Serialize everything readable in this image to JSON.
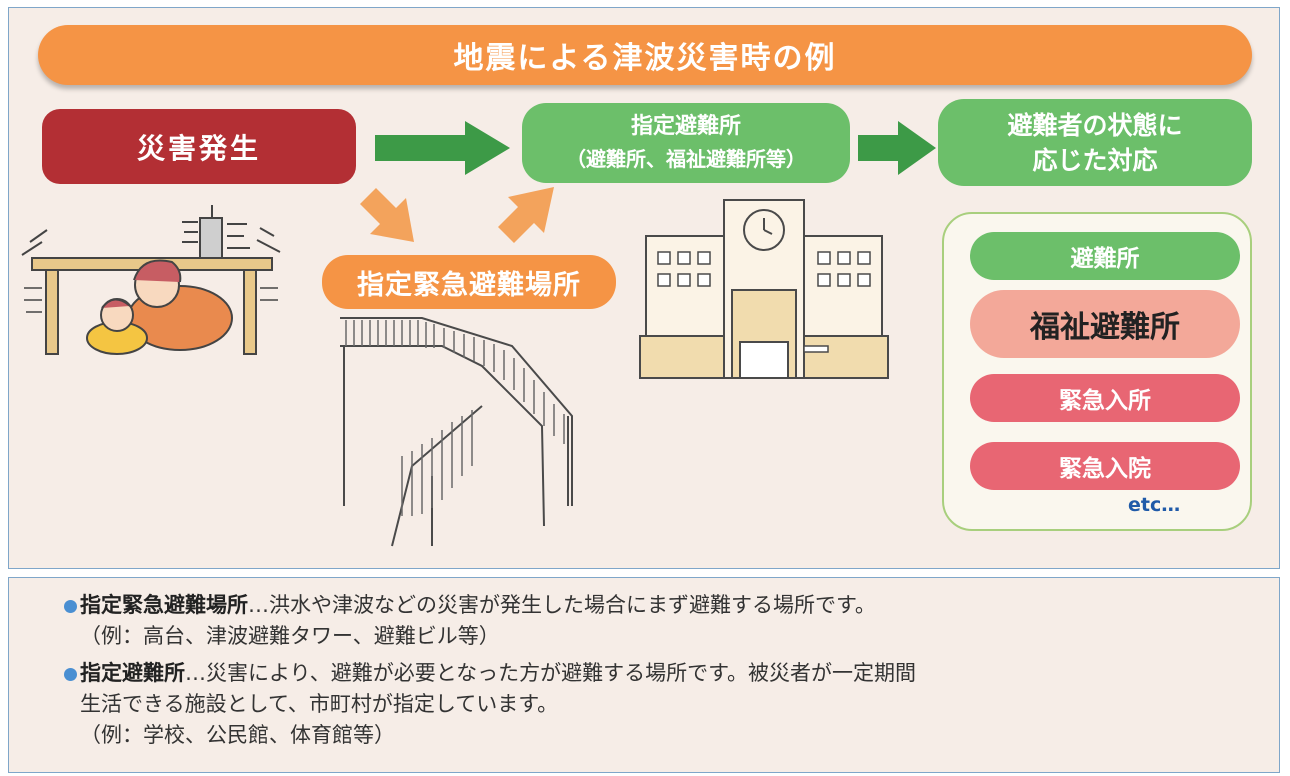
{
  "title": "地震による津波災害時の例",
  "flow": {
    "disaster": "災害発生",
    "shelter_line1": "指定避難所",
    "shelter_line2": "（避難所、福祉避難所等）",
    "response_line1": "避難者の状態に",
    "response_line2": "応じた対応",
    "emergency_site": "指定緊急避難場所"
  },
  "options": {
    "items": [
      "避難所",
      "福祉避難所",
      "緊急入所",
      "緊急入院"
    ],
    "etc": "etc…"
  },
  "notes": [
    {
      "term": "指定緊急避難場所",
      "text": "…洪水や津波などの災害が発生した場合にまず避難する場所です。",
      "sub": [
        "（例：高台、津波避難タワー、避難ビル等）"
      ]
    },
    {
      "term": "指定避難所",
      "text": "…災害により、避難が必要となった方が避難する場所です。被災者が一定期間",
      "sub": [
        "生活できる施設として、市町村が指定しています。",
        "（例：学校、公民館、体育館等）"
      ]
    }
  ],
  "colors": {
    "orange": "#f59445",
    "red": "#b32f34",
    "green": "#6cbf6a",
    "dark_green": "#3d9a47",
    "pink": "#e86673",
    "salmon": "#f3a899",
    "blue": "#4a8fd2"
  }
}
